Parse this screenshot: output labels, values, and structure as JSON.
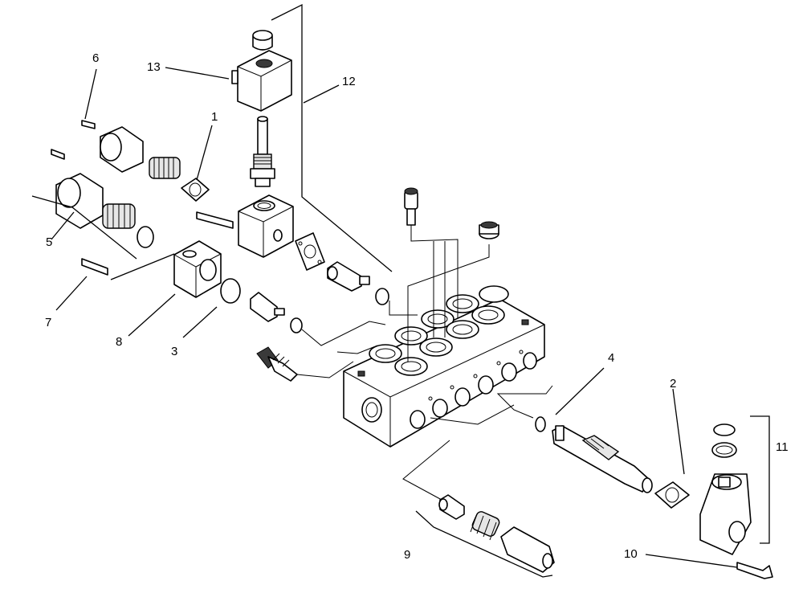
{
  "callouts": [
    "1",
    "2",
    "3",
    "4",
    "5",
    "6",
    "7",
    "8",
    "9",
    "10",
    "11",
    "12",
    "13"
  ]
}
